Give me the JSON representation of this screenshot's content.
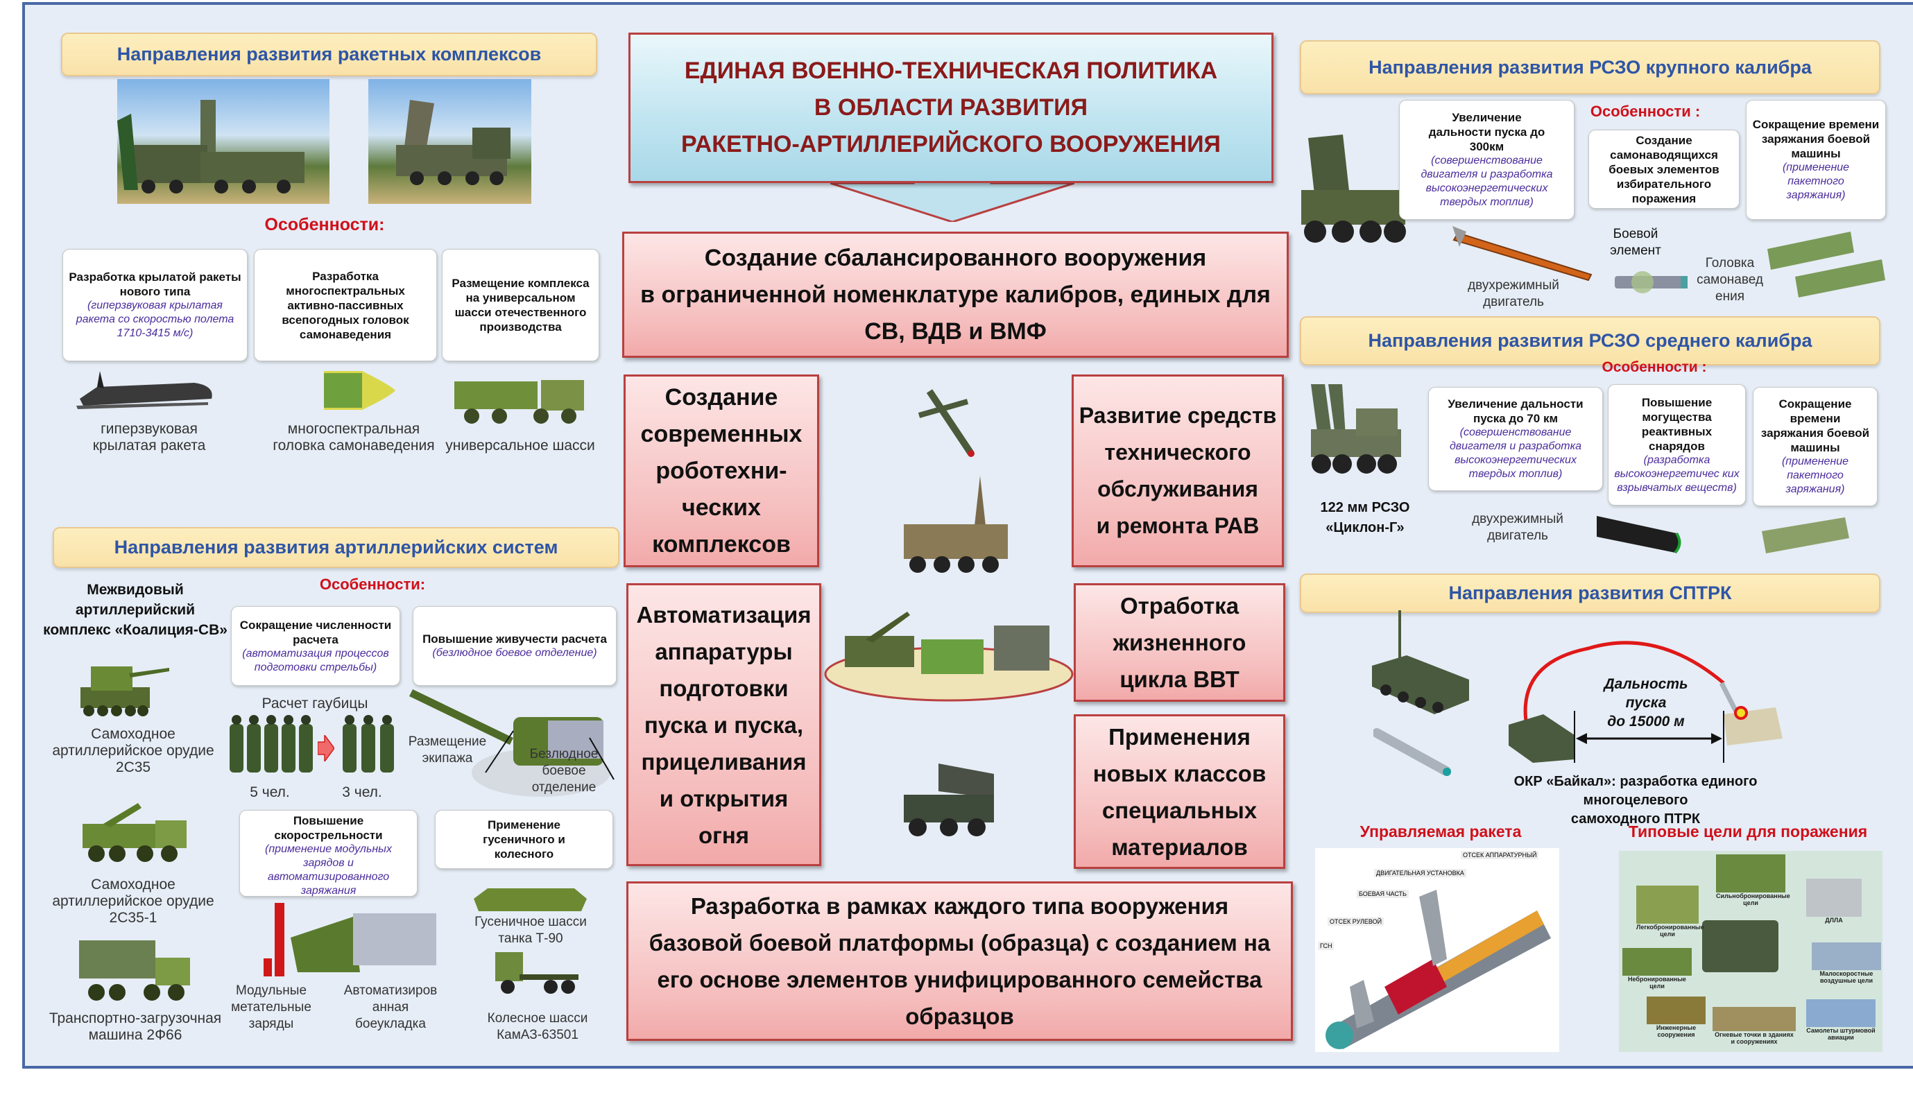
{
  "title": [
    "ЕДИНАЯ ВОЕННО-ТЕХНИЧЕСКАЯ ПОЛИТИКА",
    "В ОБЛАСТИ РАЗВИТИЯ",
    "РАКЕТНО-АРТИЛЛЕРИЙСКОГО ВООРУЖЕНИЯ"
  ],
  "colors": {
    "title": "#8b1a1a",
    "header_text": "#2e55a6",
    "header_bg": "#fbe6b0",
    "feature_red": "#d0101a",
    "italic_purple": "#4a2c9c",
    "frame": "#4a68a6",
    "pink_border": "#b94040"
  },
  "center": {
    "main": "Создание сбалансированного вооружения\nв ограниченной номенклатуре калибров, единых для\nСВ, ВДВ и ВМФ",
    "left_top": "Создание\nсовременных\nроботехни-\nческих\nкомплексов",
    "left_bottom": "Автоматизация\nаппаратуры\nподготовки\nпуска и пуска,\nприцеливания\nи открытия\nогня",
    "right_top": "Развитие средств\nтехнического\nобслуживания\nи ремонта РАВ",
    "right_mid": "Отработка\nжизненного\nцикла ВВТ",
    "right_bottom": "Применения\nновых классов\nспециальных\nматериалов",
    "bottom": "Разработка в рамках каждого типа вооружения\nбазовой боевой платформы (образца) с созданием на\nего основе элементов унифицированного семейства\nобразцов"
  },
  "missiles": {
    "header": "Направления развития ракетных комплексов",
    "features_label": "Особенности:",
    "boxes": [
      {
        "title": "Разработка крылатой ракеты нового типа",
        "note": "(гиперзвуковая крылатая ракета со скоростью полета 1710-3415 м/с)"
      },
      {
        "title": "Разработка многоспектральных активно-пассивных всепогодных головок самонаведения",
        "note": ""
      },
      {
        "title": "Размещение комплекса на универсальном шасси отечественного производства",
        "note": ""
      }
    ],
    "captions": [
      "гиперзвуковая\nкрылатая ракета",
      "многоспектральная\nголовка самонаведения",
      "универсальное шасси"
    ]
  },
  "artillery": {
    "header": "Направления развития артиллерийских систем",
    "complex_name": "Межвидовый\nартиллерийский\nкомплекс «Коалиция-СВ»",
    "features_label": "Особенности:",
    "boxes": [
      {
        "title": "Сокращение численности расчета",
        "note": "(автоматизация процессов подготовки стрельбы)"
      },
      {
        "title": "Повышение живучести расчета",
        "note": "(безлюдное боевое отделение)"
      },
      {
        "title": "Повышение скорострельности",
        "note": "(применение модульных зарядов и автоматизированного заряжания"
      },
      {
        "title": "Применение гусеничного и колесного",
        "note": ""
      }
    ],
    "crew_label": "Расчет гаубицы",
    "crew_before": "5 чел.",
    "crew_after": "3 чел.",
    "crew_placement": "Размещение\nэкипажа",
    "unmanned": "Безлюдное\nбоевое\nотделение",
    "vehicles": [
      "Самоходное\nартиллерийское орудие\n2С35",
      "Самоходное\nартиллерийское орудие\n2С35-1",
      "Транспортно-загрузочная\nмашина 2Ф66"
    ],
    "charges": "Модульные\nметательные\nзаряды",
    "autoloader": "Автоматизиров\nанная\nбоеукладка",
    "tracked": "Гусеничное шасси\nтанка Т-90",
    "wheeled": "Колесное шасси\nКамАЗ-63501"
  },
  "mlrs_large": {
    "header": "Направления развития РСЗО крупного калибра",
    "features_label": "Особенности :",
    "boxes": [
      {
        "title": "Увеличение дальности пуска до 300км",
        "note": "(совершенствование двигателя и разработка высокоэнергетических твердых топлив)"
      },
      {
        "title": "Создание самонаводящихся боевых элементов избирательного поражения",
        "note": ""
      },
      {
        "title": "Сокращение времени заряжания боевой машины",
        "note": "(применение пакетного заряжания)"
      }
    ],
    "engine": "двухрежимный\nдвигатель",
    "submunition": "Боевой\nэлемент",
    "seeker": "Головка\nсамонавед\nения"
  },
  "mlrs_medium": {
    "header": "Направления развития РСЗО среднего калибра",
    "features_label": "Особенности :",
    "boxes": [
      {
        "title": "Увеличение дальности пуска до 70 км",
        "note": "(совершенствование двигателя и разработка высокоэнергетических твердых топлив)"
      },
      {
        "title": "Повышение могущества реактивных снарядов",
        "note": "(разработка высокоэнергетичес ких взрывчатых веществ)"
      },
      {
        "title": "Сокращение времени заряжания боевой машины",
        "note": "(применение пакетного заряжания)"
      }
    ],
    "vehicle": "122 мм РСЗО\n«Циклон-Г»",
    "engine": "двухрежимный\nдвигатель"
  },
  "atgm": {
    "header": "Направления развития СПТРК",
    "range": "Дальность\nпуска\nдо 15000 м",
    "project": "ОКР «Байкал»: разработка единого многоцелевого\nсамоходного ПТРК",
    "missile_label": "Управляемая ракета",
    "targets_label": "Типовые цели для поражения",
    "missile_parts": [
      "ОТСЕК АППАРАТУРНЫЙ",
      "ДВИГАТЕЛЬНАЯ УСТАНОВКА",
      "БОЕВАЯ ЧАСТЬ",
      "ОТСЕК РУЛЕВОЙ",
      "ГСН"
    ],
    "targets": [
      "Сильнобронированные цели",
      "Легкобронированные цели",
      "ДЛЛА",
      "Небронированные цели",
      "Малоскоростные воздушные цели",
      "Инженерные сооружения",
      "Огневые точки в зданиях и сооружениях",
      "Самолеты штурмовой авиации"
    ]
  }
}
